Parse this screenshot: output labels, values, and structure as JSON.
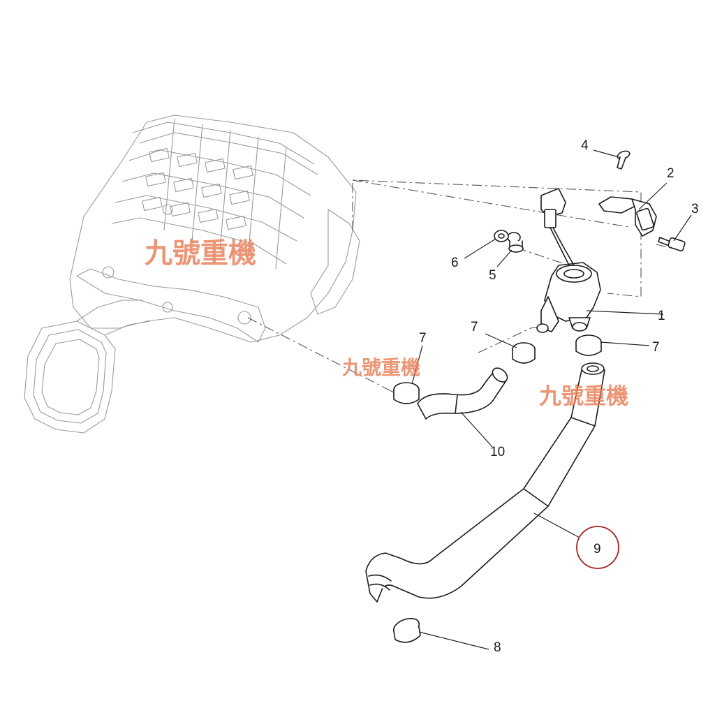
{
  "diagram": {
    "callouts": [
      {
        "id": "1",
        "label": "1"
      },
      {
        "id": "2",
        "label": "2"
      },
      {
        "id": "3",
        "label": "3"
      },
      {
        "id": "4",
        "label": "4"
      },
      {
        "id": "5",
        "label": "5"
      },
      {
        "id": "6",
        "label": "6"
      },
      {
        "id": "7a",
        "label": "7"
      },
      {
        "id": "7b",
        "label": "7"
      },
      {
        "id": "7c",
        "label": "7"
      },
      {
        "id": "8",
        "label": "8"
      },
      {
        "id": "9",
        "label": "9"
      },
      {
        "id": "10",
        "label": "10"
      }
    ],
    "highlighted_callout": "9",
    "highlight_color": "#a31f1f",
    "watermark": {
      "text": "九號重機",
      "color": "#e8835d",
      "count": 3
    }
  }
}
